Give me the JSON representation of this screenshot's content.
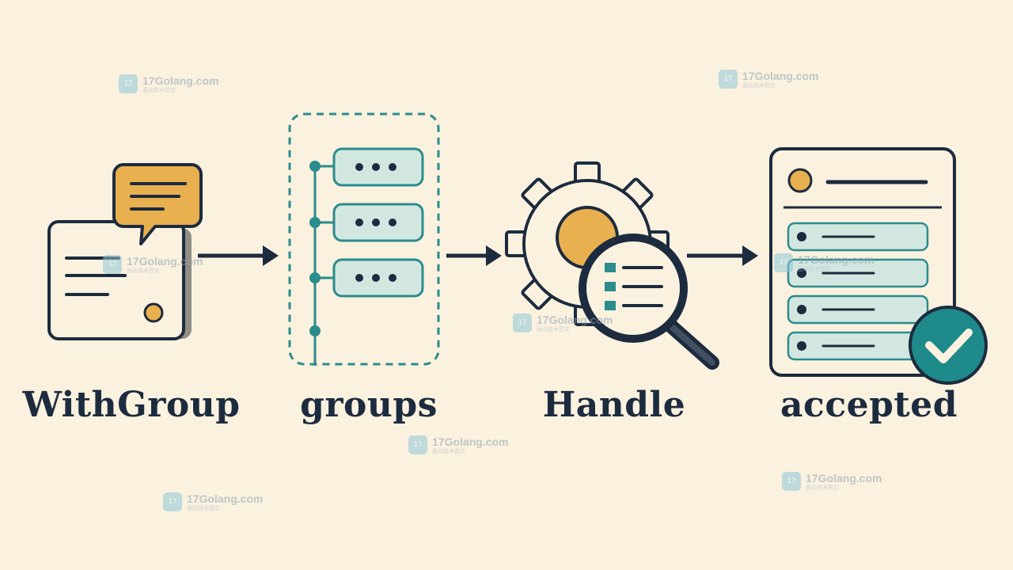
{
  "labels": {
    "withgroup": "WithGroup",
    "groups": "groups",
    "handle": "Handle",
    "accepted": "accepted"
  },
  "watermark": {
    "text": "17Golang.com",
    "subtext": "面向技术图文"
  },
  "colors": {
    "ink": "#1c2b3e",
    "accent": "#e9b04f",
    "teal": "#2a8c8c",
    "teal_fill": "#d3e7e1",
    "paper": "#fbf1df",
    "check": "#1e8a89"
  },
  "icons": {
    "stage1": "message-card-icon",
    "stage2": "group-list-icon",
    "stage3": "gear-magnifier-icon",
    "stage4": "accepted-document-icon"
  }
}
